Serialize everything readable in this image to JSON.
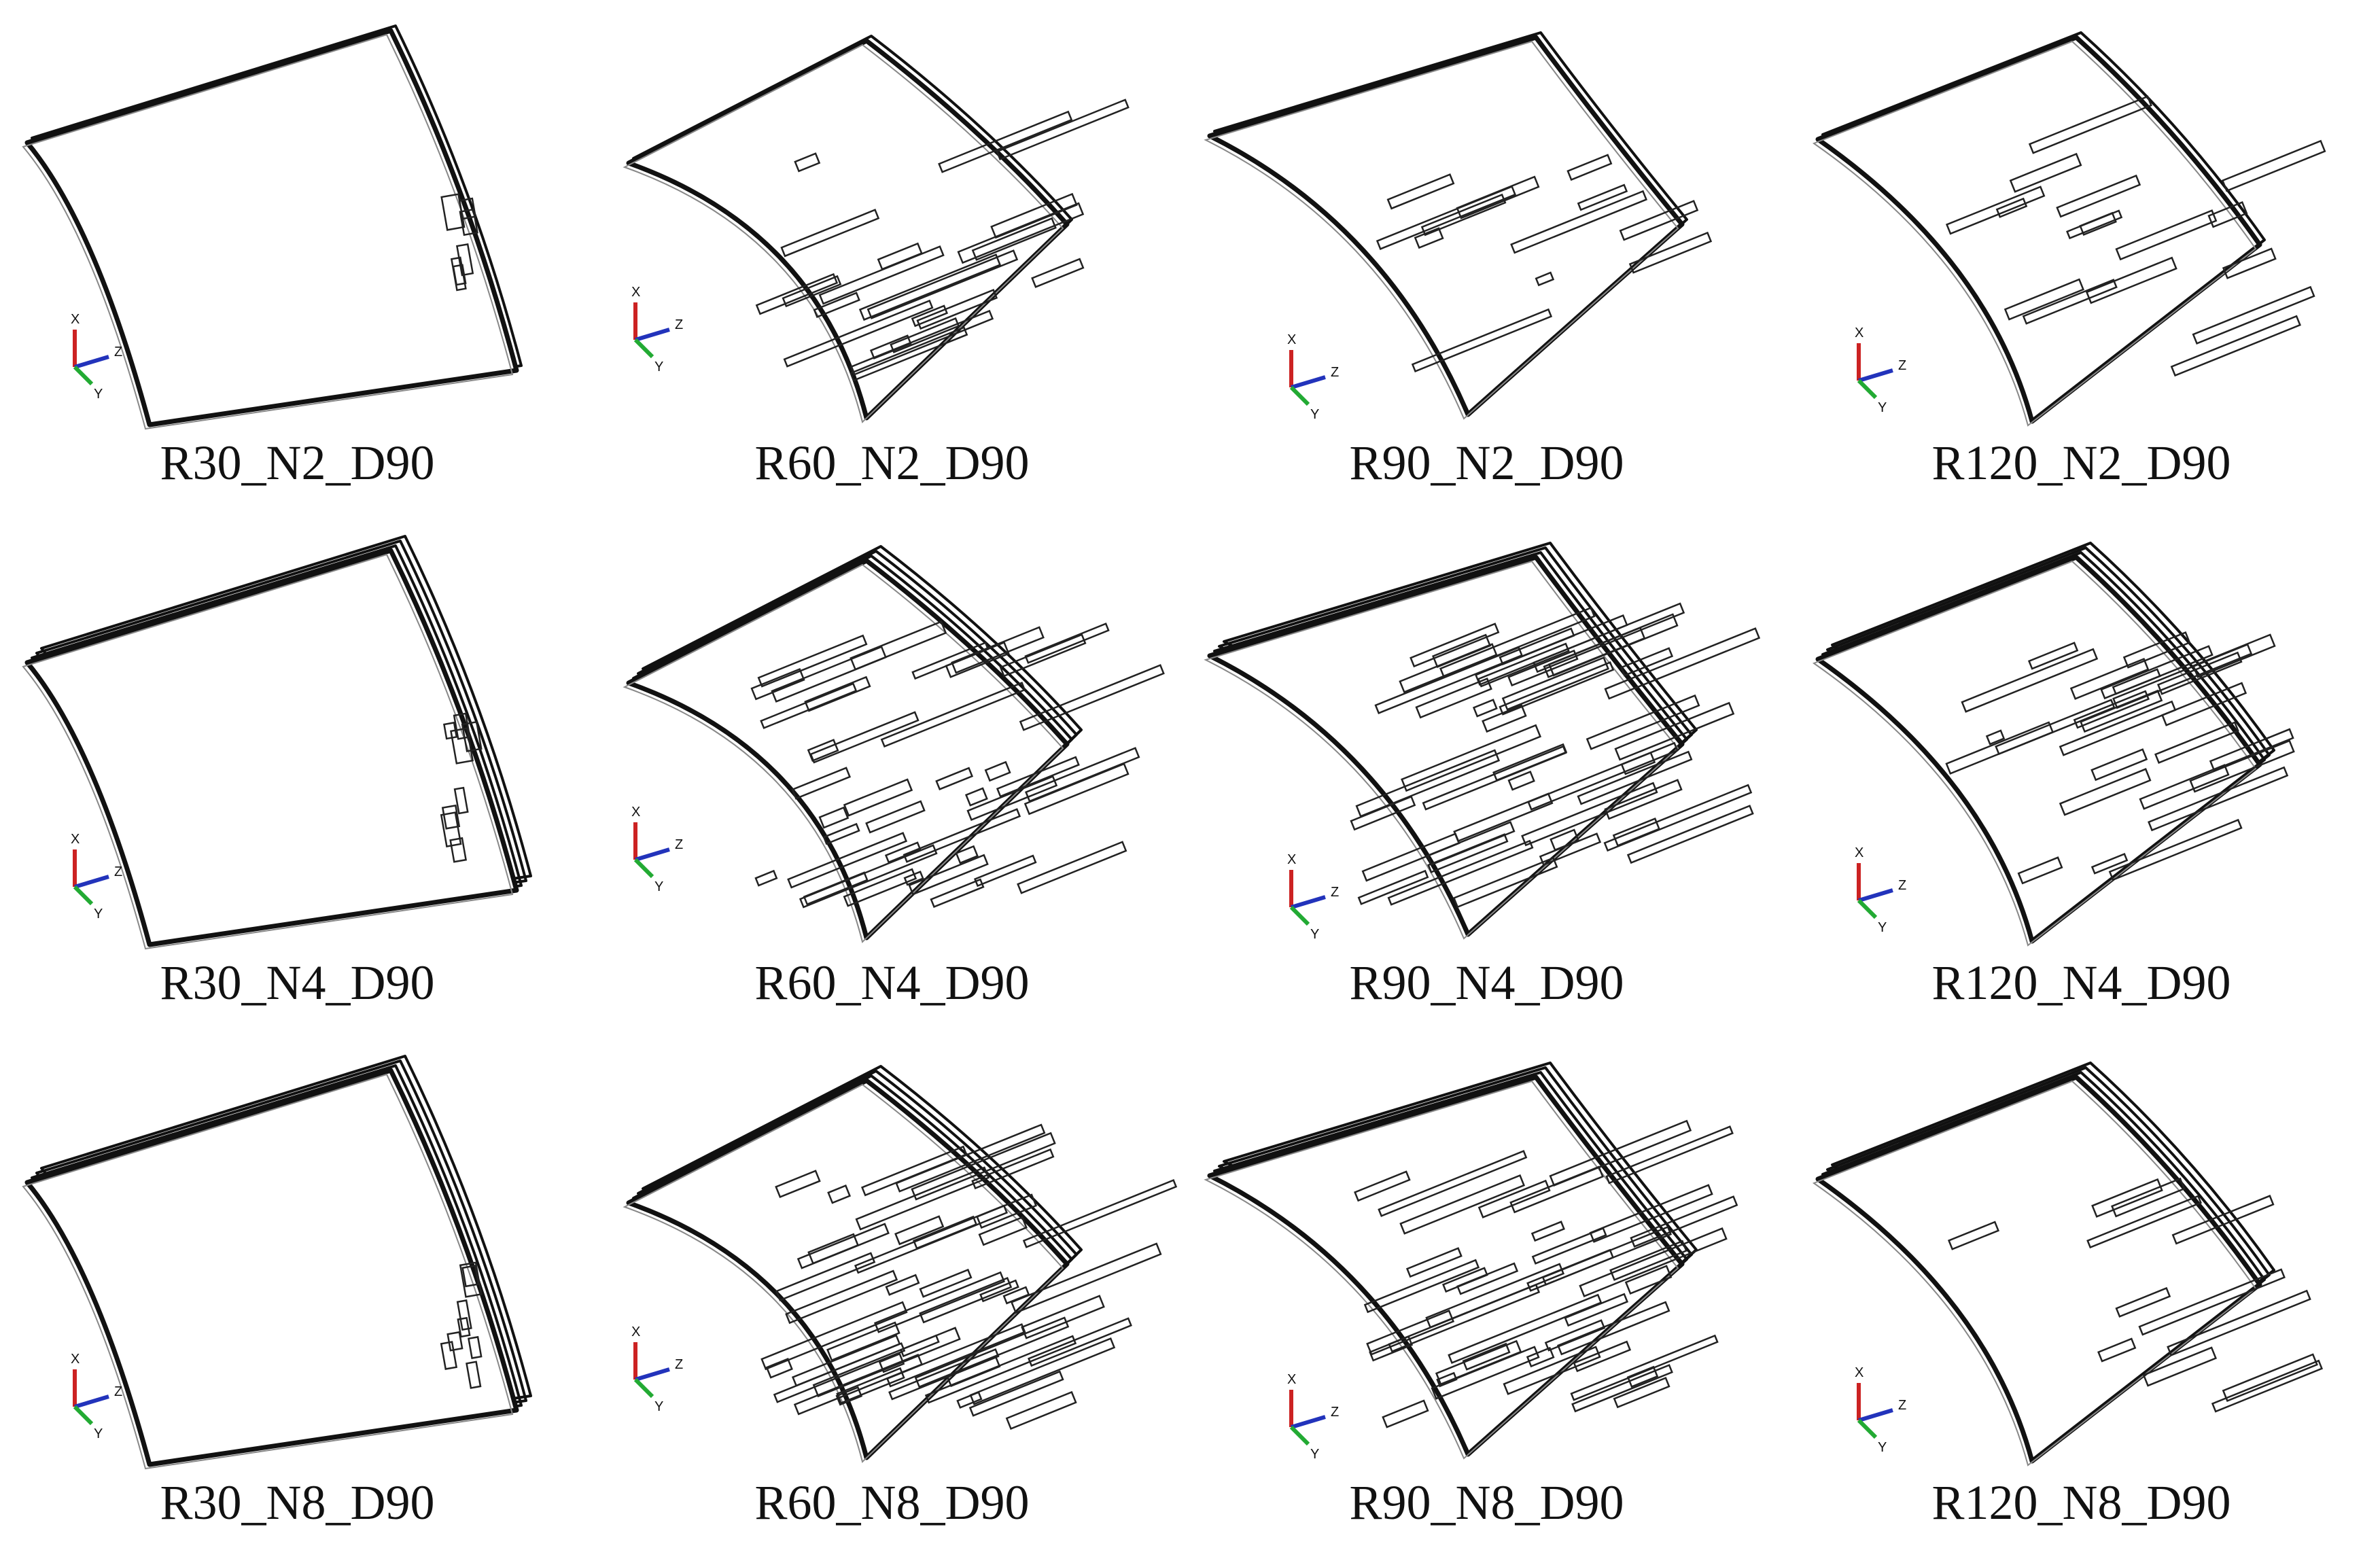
{
  "figure": {
    "rows": [
      {
        "panels": [
          {
            "label": "R30_N2_D90",
            "layers": 2,
            "cracks": 6
          },
          {
            "label": "R60_N2_D90",
            "layers": 2,
            "cracks": 22
          },
          {
            "label": "R90_N2_D90",
            "layers": 2,
            "cracks": 12
          },
          {
            "label": "R120_N2_D90",
            "layers": 2,
            "cracks": 16
          }
        ]
      },
      {
        "panels": [
          {
            "label": "R30_N4_D90",
            "layers": 4,
            "cracks": 8
          },
          {
            "label": "R60_N4_D90",
            "layers": 4,
            "cracks": 40
          },
          {
            "label": "R90_N4_D90",
            "layers": 4,
            "cracks": 44
          },
          {
            "label": "R120_N4_D90",
            "layers": 4,
            "cracks": 26
          }
        ]
      },
      {
        "panels": [
          {
            "label": "R30_N8_D90",
            "layers": 8,
            "cracks": 8
          },
          {
            "label": "R60_N8_D90",
            "layers": 8,
            "cracks": 46
          },
          {
            "label": "R90_N8_D90",
            "layers": 8,
            "cracks": 40
          },
          {
            "label": "R120_N8_D90",
            "layers": 8,
            "cracks": 12
          }
        ]
      }
    ],
    "triad": {
      "x": "X",
      "y": "Y",
      "z": "Z"
    },
    "colors": {
      "x_axis": "#cc2222",
      "y_axis": "#22aa33",
      "z_axis": "#2233bb",
      "edges": "#111111"
    }
  }
}
